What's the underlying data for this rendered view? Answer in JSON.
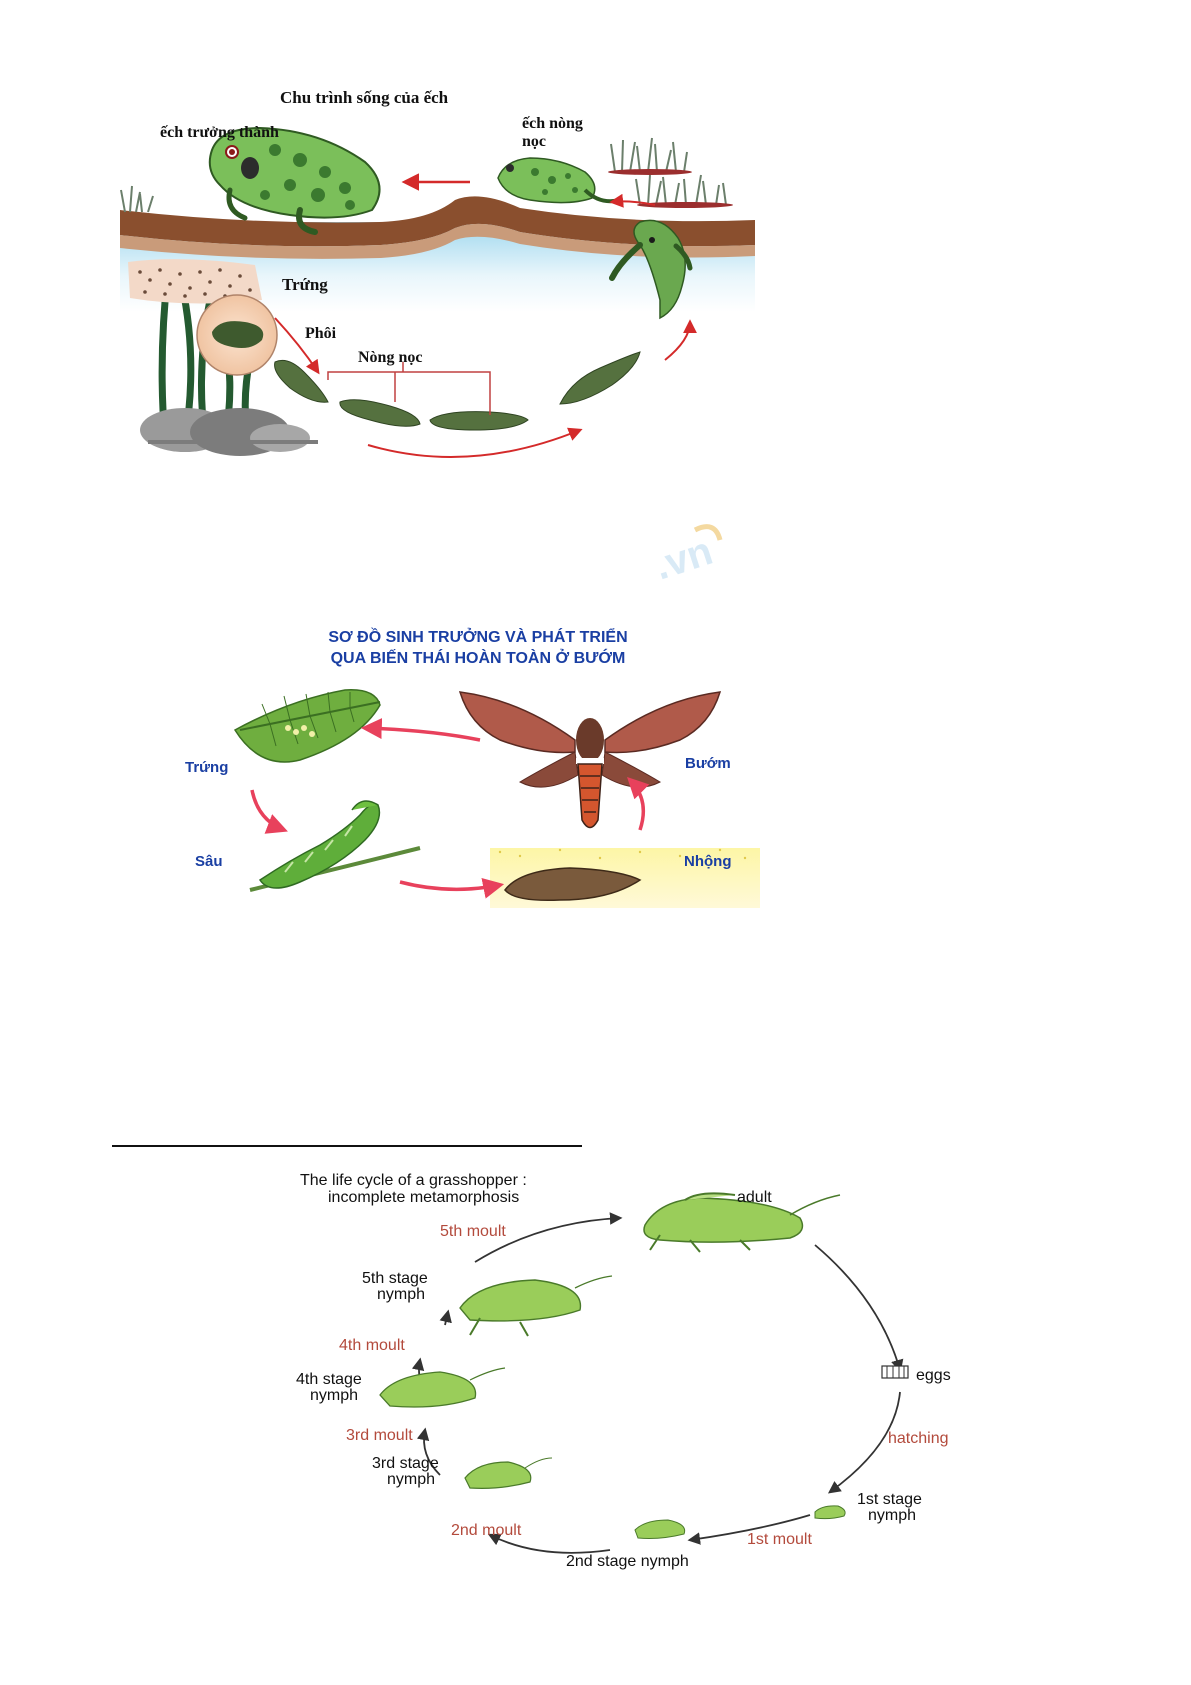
{
  "frog": {
    "title": "Chu trình sống của ếch",
    "adult": "ếch trưởng thành",
    "young_frog_line1": "ếch nòng",
    "young_frog_line2": "nọc",
    "eggs": "Trứng",
    "embryo": "Phôi",
    "tadpole": "Nòng nọc"
  },
  "butterfly": {
    "title_line1": "SƠ ĐỒ SINH TRƯỞNG VÀ PHÁT TRIỂN",
    "title_line2": "QUA BIẾN THÁI HOÀN TOÀN Ở BƯỚM",
    "eggs": "Trứng",
    "adult": "Bướm",
    "larva": "Sâu",
    "pupa": "Nhộng",
    "watermark": ".vn"
  },
  "grasshopper": {
    "title_line1": "The life cycle of a grasshopper :",
    "title_line2": "incomplete metamorphosis",
    "adult": "adult",
    "eggs": "eggs",
    "hatching": "hatching",
    "stage1_line1": "1st stage",
    "stage1_line2": "nymph",
    "moult1": "1st moult",
    "stage2": "2nd stage nymph",
    "moult2": "2nd moult",
    "stage3_line1": "3rd stage",
    "stage3_line2": "nymph",
    "moult3": "3rd moult",
    "stage4_line1": "4th stage",
    "stage4_line2": "nymph",
    "moult4": "4th moult",
    "stage5_line1": "5th stage",
    "stage5_line2": "nymph",
    "moult5": "5th moult"
  },
  "colors": {
    "frog_arrow": "#d42a2a",
    "frog_green": "#6aa84f",
    "butterfly_title": "#1a3fa3",
    "butterfly_arrow": "#e8415c",
    "grasshopper_moult": "#b34a3c",
    "grasshopper_green": "#9acd5a"
  }
}
